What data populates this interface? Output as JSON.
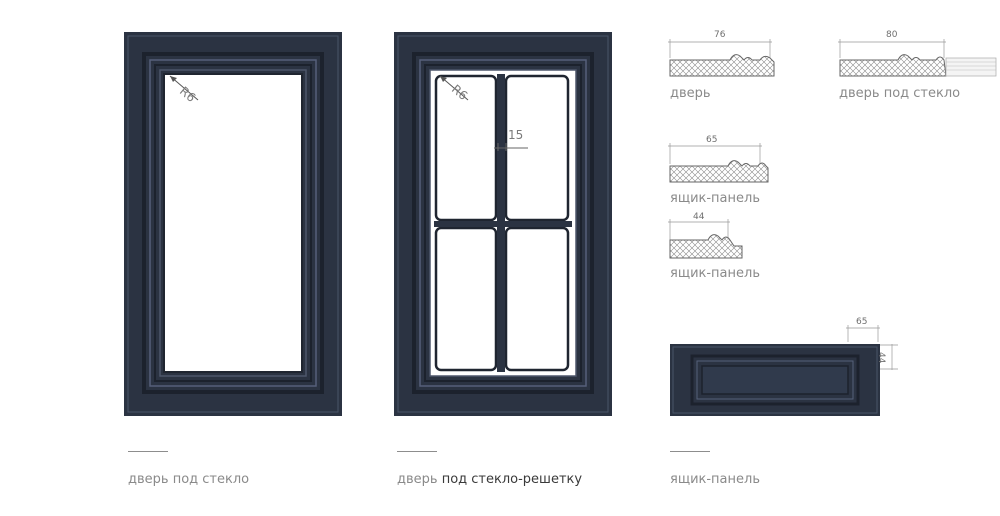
{
  "doors": [
    {
      "caption": "дверь под стекло",
      "radius_label": "R6"
    },
    {
      "caption_prefix": "дверь ",
      "caption_main": "под стекло-решетку",
      "radius_label": "R6",
      "bar_label": "15"
    }
  ],
  "panel_caption": "ящик-панель",
  "profiles": [
    {
      "dimension": "76",
      "label": "дверь"
    },
    {
      "dimension": "80",
      "label": "дверь под стекло"
    },
    {
      "dimension": "65",
      "label": "ящик-панель"
    },
    {
      "dimension": "44",
      "label": "ящик-панель"
    }
  ],
  "drawer_panel": {
    "width_label": "65",
    "height_label": "44"
  },
  "colors": {
    "frame": "#2b3342",
    "frame_light": "#4a5468",
    "frame_dark": "#1c222d",
    "caption": "#8a8a8a"
  }
}
